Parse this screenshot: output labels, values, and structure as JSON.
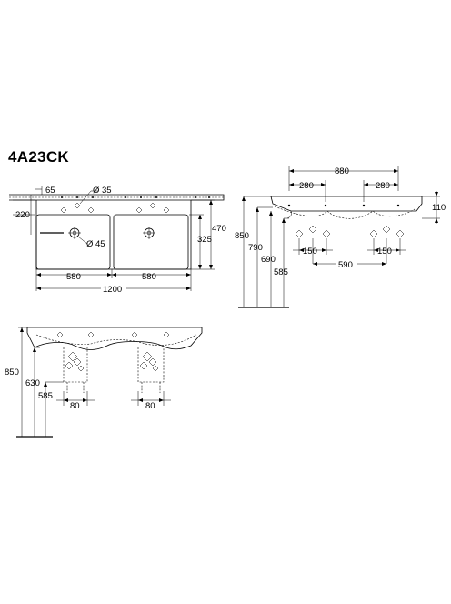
{
  "title": "4A23CK",
  "top_view": {
    "dims": {
      "d65": "65",
      "d35": "Ø 35",
      "d220": "220",
      "d45": "Ø 45",
      "d470": "470",
      "d325": "325",
      "d580a": "580",
      "d580b": "580",
      "d1200": "1200"
    }
  },
  "side_view": {
    "dims": {
      "d880": "880",
      "d280a": "280",
      "d280b": "280",
      "d110": "110",
      "d850": "850",
      "d790": "790",
      "d690": "690",
      "d585": "585",
      "d150a": "150",
      "d150b": "150",
      "d590": "590"
    }
  },
  "front_view": {
    "dims": {
      "d850": "850",
      "d630": "630",
      "d585": "585",
      "d80a": "80",
      "d80b": "80"
    }
  }
}
